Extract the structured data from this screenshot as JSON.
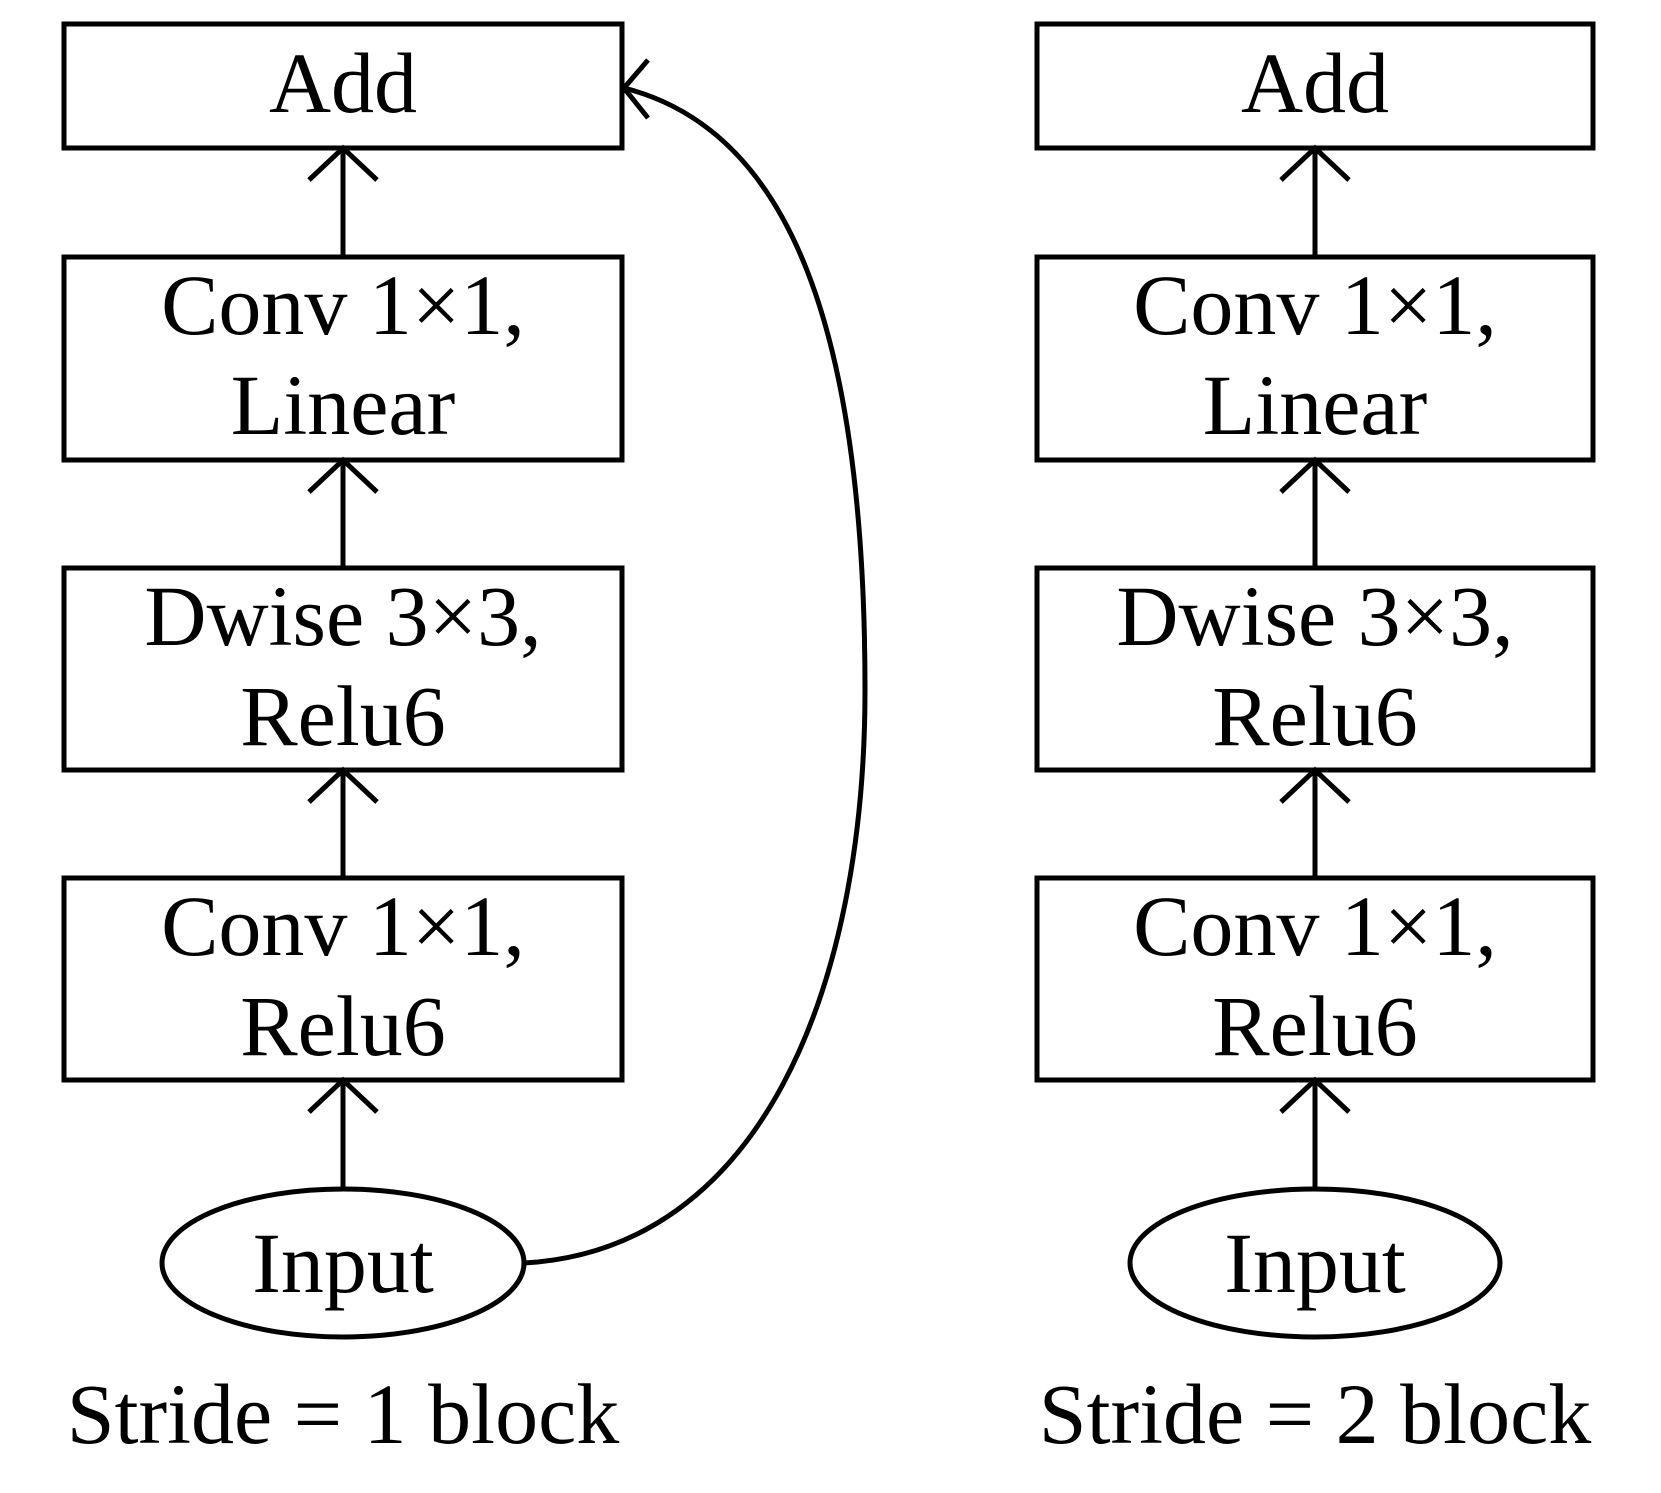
{
  "left_block": {
    "add": "Add",
    "conv_linear": [
      "Conv 1×1,",
      "Linear"
    ],
    "dwise": [
      "Dwise 3×3,",
      "Relu6"
    ],
    "conv_relu": [
      "Conv 1×1,",
      "Relu6"
    ],
    "input": "Input",
    "caption": "Stride = 1 block"
  },
  "right_block": {
    "add": "Add",
    "conv_linear": [
      "Conv 1×1,",
      "Linear"
    ],
    "dwise": [
      "Dwise 3×3,",
      "Relu6"
    ],
    "conv_relu": [
      "Conv 1×1,",
      "Relu6"
    ],
    "input": "Input",
    "caption": "Stride = 2 block"
  }
}
